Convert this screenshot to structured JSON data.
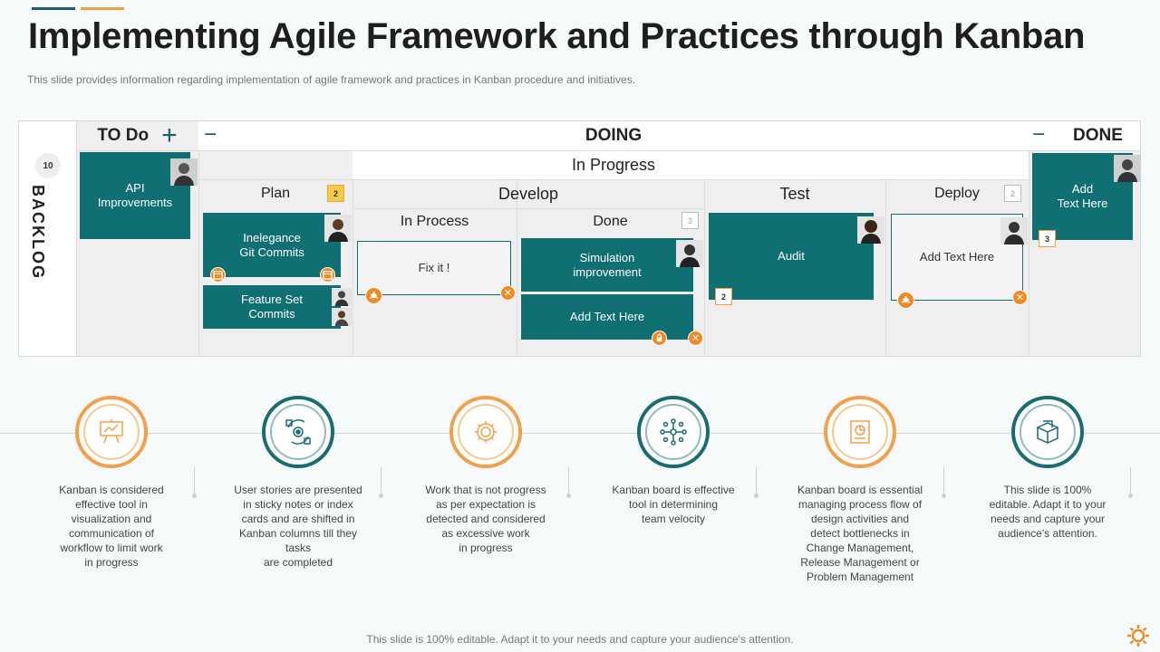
{
  "header": {
    "title": "Implementing Agile Framework and Practices through Kanban",
    "subtitle": "This slide provides  information  regarding  implementation  of agile framework  and  practices in Kanban procedure  and initiatives."
  },
  "board": {
    "backlog": {
      "label": "BACKLOG",
      "count": "10"
    },
    "todo": {
      "label": "TO Do",
      "plus": "+",
      "card": "API\nImprovements"
    },
    "doing": {
      "label": "DOING",
      "minus": "−",
      "in_progress": "In Progress",
      "plan": {
        "label": "Plan",
        "badge": "2",
        "cards": [
          "Inelegance\nGit Commits",
          "Feature Set\nCommits"
        ]
      },
      "develop": {
        "label": "Develop",
        "in_process": {
          "label": "In Process",
          "card": "Fix it !"
        },
        "done": {
          "label": "Done",
          "badge": "3",
          "cards": [
            "Simulation\nimprovement",
            "Add Text Here"
          ]
        }
      },
      "test": {
        "label": "Test",
        "card": "Audit",
        "badge": "2"
      },
      "deploy": {
        "label": "Deploy",
        "badge": "2",
        "card": "Add Text Here"
      }
    },
    "done": {
      "label": "DONE",
      "minus": "−",
      "card": "Add\nText Here",
      "badge": "3"
    }
  },
  "steps": [
    {
      "icon": "presentation-board-icon",
      "color": "#f2a04a",
      "text": "Kanban is considered\neffective  tool in\nvisualization  and\ncommunication of\nworkflow to limit work\nin progress"
    },
    {
      "icon": "workflow-cycle-icon",
      "color": "#1a6c73",
      "text": "User stories are presented\nin sticky notes or index\ncards and are shifted in\nKanban columns till they\ntasks\nare completed"
    },
    {
      "icon": "gear-icon",
      "color": "#f2a04a",
      "text": "Work that is not progress\nas per expectation is\ndetected and considered\nas excessive work\nin progress"
    },
    {
      "icon": "network-hub-icon",
      "color": "#1a6c73",
      "text": "Kanban board  is effective\ntool in determining\nteam velocity"
    },
    {
      "icon": "document-chart-icon",
      "color": "#f2a04a",
      "text": "Kanban board  is essential\nmanaging process flow of\ndesign activities and\ndetect bottlenecks in\nChange Management,\nRelease Management  or\nProblem Management"
    },
    {
      "icon": "open-box-icon",
      "color": "#1a6c73",
      "text": "This slide is 100%\neditable.  Adapt it to your\nneeds and capture your\naudience's attention."
    }
  ],
  "footer": "This slide is 100% editable. Adapt it to your needs and capture your audience's attention."
}
